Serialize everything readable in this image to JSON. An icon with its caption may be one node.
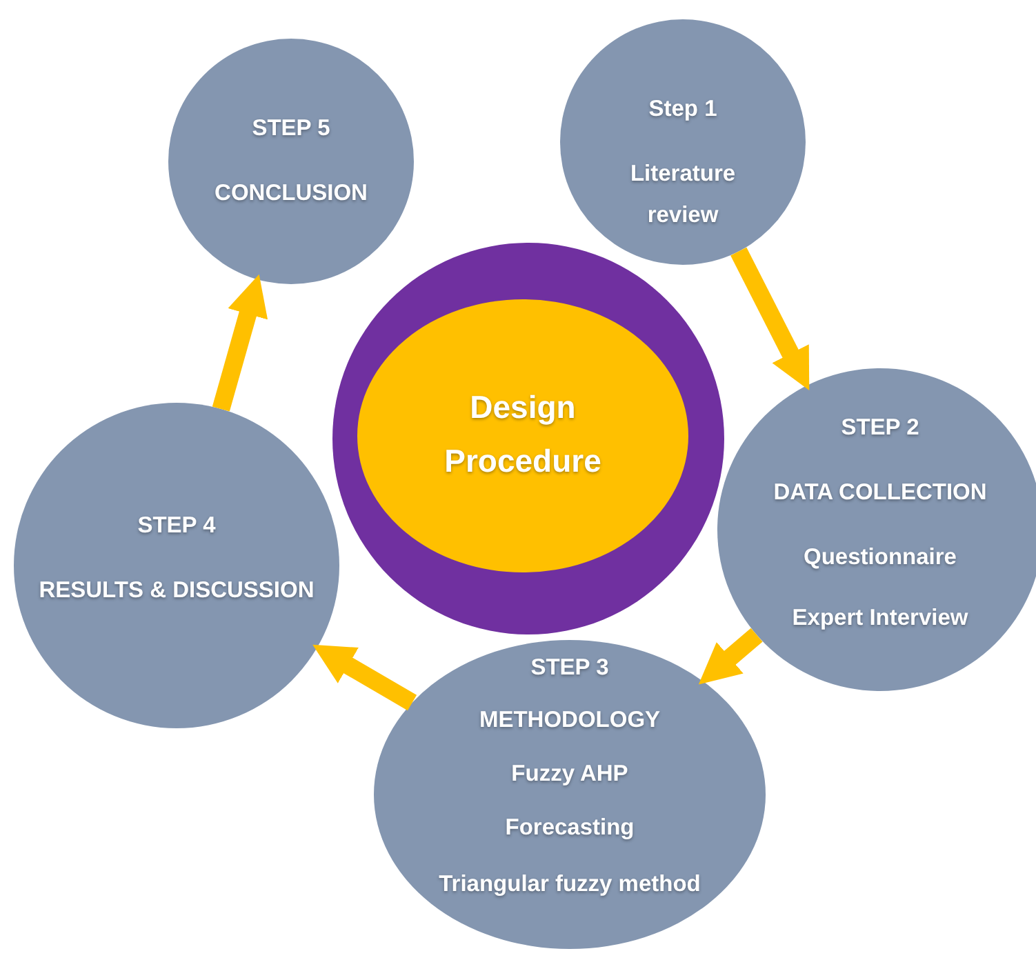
{
  "diagram": {
    "nodes": [
      {
        "text": [
          "STEP 5",
          "CONCLUSION"
        ]
      },
      {
        "text": [
          "Step 1",
          "Literature review"
        ]
      },
      {
        "text": [],
        "shape": "circle"
      },
      {
        "text": [
          "Design Procedure"
        ],
        "in": 2
      },
      {
        "text": [
          "STEP 2",
          "DATA COLLECTION",
          "Questionnaire",
          "Expert Interview"
        ]
      },
      {
        "text": [
          "STEP 4",
          "RESULTS & DISCUSSION"
        ]
      },
      {
        "text": [
          "STEP 3",
          "METHODOLOGY",
          "Fuzzy AHP",
          "Forecasting",
          "Triangular fuzzy method"
        ]
      }
    ],
    "edges": [
      {
        "from": 1,
        "to": 4,
        "arrow": "to"
      },
      {
        "from": 4,
        "to": 6,
        "arrow": "to"
      },
      {
        "from": 6,
        "to": 5,
        "arrow": "to"
      },
      {
        "from": 5,
        "to": 0,
        "arrow": "to"
      }
    ]
  }
}
